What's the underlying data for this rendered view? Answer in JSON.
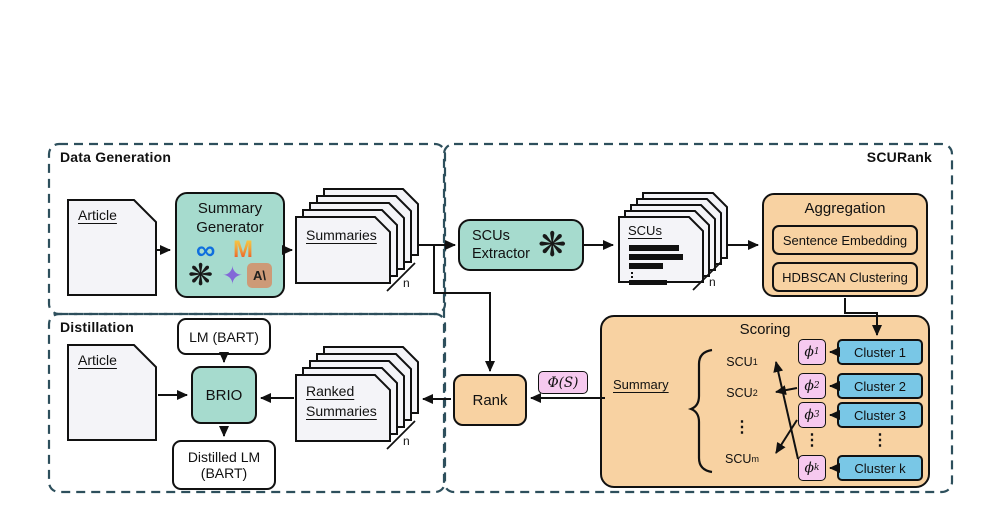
{
  "colors": {
    "teal": "#a6dbce",
    "orange": "#f8d2a2",
    "pink": "#f6c9ef",
    "blue": "#79c7e6",
    "doc_fill": "#f4f4f8",
    "line": "#111111",
    "dashed_border": "#2d4f5c",
    "meta_blue": "#0f6fde",
    "gemini_purple": "#8368d8",
    "anthropic_tan": "#cd9a77"
  },
  "sections": {
    "data_generation": "Data Generation",
    "scurank": "SCURank",
    "distillation": "Distillation"
  },
  "data_generation": {
    "article": "Article",
    "generator": {
      "line1": "Summary",
      "line2": "Generator"
    },
    "summaries": "Summaries",
    "n": "n"
  },
  "icons": {
    "meta": "∞",
    "mistral": "M",
    "openai": "❋",
    "gemini": "✦",
    "anthropic": "A\\"
  },
  "scurank": {
    "extractor": {
      "line1": "SCUs",
      "line2": "Extractor"
    },
    "scus_doc": "SCUs",
    "n": "n",
    "aggregation": {
      "title": "Aggregation",
      "step1": "Sentence Embedding",
      "step2": "HDBSCAN Clustering"
    },
    "rank": "Rank",
    "phi_s": "Φ(S)",
    "scoring": {
      "title": "Scoring",
      "summary": "Summary",
      "scu_items": [
        {
          "base": "SCU",
          "sub": "1"
        },
        {
          "base": "SCU",
          "sub": "2"
        },
        {
          "base": "SCU",
          "sub": "m"
        }
      ],
      "phi_items": [
        {
          "base": "ϕ",
          "sub": "1"
        },
        {
          "base": "ϕ",
          "sub": "2"
        },
        {
          "base": "ϕ",
          "sub": "3"
        },
        {
          "base": "ϕ",
          "sub": "k"
        }
      ],
      "clusters": [
        "Cluster 1",
        "Cluster 2",
        "Cluster 3",
        "Cluster k"
      ],
      "ellipsis": "⋮"
    }
  },
  "distillation": {
    "article": "Article",
    "lm": "LM (BART)",
    "brio": "BRIO",
    "distilled": {
      "line1": "Distilled LM",
      "line2": "(BART)"
    },
    "ranked": {
      "line1": "Ranked",
      "line2": "Summaries"
    },
    "n": "n"
  }
}
